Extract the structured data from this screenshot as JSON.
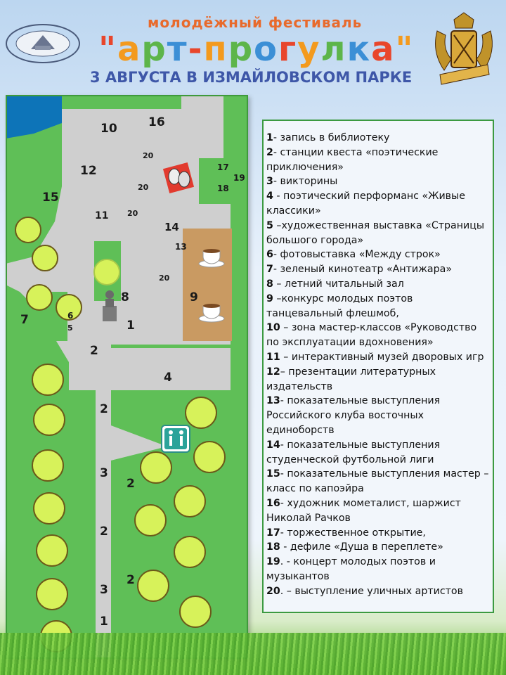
{
  "header": {
    "subtitle": "молодёжный фестиваль",
    "title_chars": [
      "\"",
      "а",
      "р",
      "т",
      "-",
      "п",
      "р",
      "о",
      "г",
      "у",
      "л",
      "к",
      "а",
      "\""
    ],
    "date": "3 АВГУСТА В ИЗМАЙЛОВСКОМ ПАРКЕ",
    "logo_left_name": "library-logo",
    "logo_right_name": "izmailovsky-park-logo"
  },
  "title_colors": [
    "#e8462c",
    "#f39a1e",
    "#5db54a",
    "#3b8fd6",
    "#e8462c",
    "#f39a1e",
    "#5db54a",
    "#3b8fd6",
    "#e8462c",
    "#f39a1e",
    "#5db54a",
    "#3b8fd6",
    "#e8462c",
    "#f39a1e"
  ],
  "map": {
    "labels": [
      "10",
      "16",
      "20",
      "12",
      "17",
      "19",
      "18",
      "20",
      "15",
      "20",
      "11",
      "14",
      "13",
      "20",
      "8",
      "9",
      "6",
      "7",
      "5",
      "1",
      "2",
      "4",
      "2",
      "3",
      "2",
      "2",
      "2",
      "3",
      "1"
    ]
  },
  "legend": [
    {
      "num": "1",
      "text": "- запись в  библиотеку"
    },
    {
      "num": "2",
      "text": "- станции квеста «поэтические приключения»"
    },
    {
      "num": "3",
      "text": "- викторины"
    },
    {
      "num": "4",
      "text": " - поэтический перформанс «Живые классики»"
    },
    {
      "num": "5",
      "text": " –художественная выставка «Страницы большого города»"
    },
    {
      "num": "6",
      "text": "- фотовыставка  «Между строк»"
    },
    {
      "num": "7",
      "text": "- зеленый кинотеатр «Антижара»"
    },
    {
      "num": "8",
      "text": " – летний читальный зал"
    },
    {
      "num": "9",
      "text": " –конкурс молодых  поэтов  танцевальный флешмоб,"
    },
    {
      "num": "10",
      "text": " – зона мастер-классов «Руководство по эксплуатации вдохновения»"
    },
    {
      "num": "11",
      "text": " – интерактивный музей дворовых игр"
    },
    {
      "num": "12",
      "text": "– презентации литературных издательств"
    },
    {
      "num": "13",
      "text": "- показательные выступления Российского клуба восточных единоборств"
    },
    {
      "num": "14",
      "text": "- показательные выступления студенческой футбольной лиги"
    },
    {
      "num": "15",
      "text": "- показательные выступления мастер –класс по капоэйра"
    },
    {
      "num": "16",
      "text": "- художник мометалист, шаржист Николай Рачков"
    },
    {
      "num": "17",
      "text": "- торжественное открытие,"
    },
    {
      "num": "18",
      "text": " - дефиле «Душа в переплете»"
    },
    {
      "num": "19",
      "text": ". - концерт молодых поэтов и музыкантов"
    },
    {
      "num": "20",
      "text": ". – выступление уличных артистов"
    }
  ]
}
